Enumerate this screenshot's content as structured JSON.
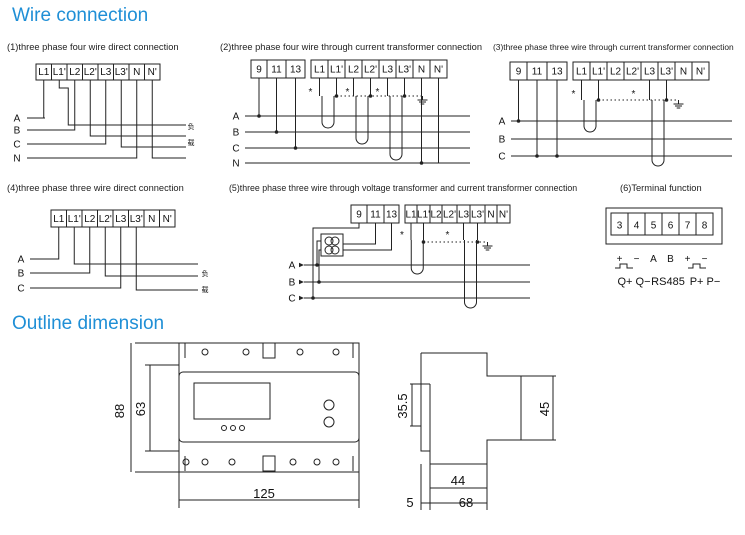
{
  "headings": {
    "wire": "Wire connection",
    "outline": "Outline dimension"
  },
  "captions": {
    "c1": "(1)three phase four wire direct connection",
    "c2": "(2)three phase four wire through current transformer connection",
    "c3": "(3)three phase three wire through current transformer connection",
    "c4": "(4)three phase three wire direct connection",
    "c5": "(5)three phase three wire through voltage transformer and current transformer connection",
    "c6": "(6)Terminal function"
  },
  "lines4": [
    "A",
    "B",
    "C",
    "N"
  ],
  "lines3": [
    "A",
    "B",
    "C"
  ],
  "load": {
    "fu": "负",
    "zai": "载"
  },
  "d1_terminals": [
    "L1",
    "L1'",
    "L2",
    "L2'",
    "L3",
    "L3'",
    "N",
    "N'"
  ],
  "d2_terminals": [
    "9",
    "11",
    "13",
    "L1",
    "L1'",
    "L2",
    "L2'",
    "L3",
    "L3'",
    "N",
    "N'"
  ],
  "d3_terminals": [
    "9",
    "11",
    "13",
    "L1",
    "L1'",
    "L2",
    "L2'",
    "L3",
    "L3'",
    "N",
    "N'"
  ],
  "d4_terminals": [
    "L1",
    "L1'",
    "L2",
    "L2'",
    "L3",
    "L3'",
    "N",
    "N'"
  ],
  "d5_terminals": [
    "9",
    "11",
    "13",
    "L1",
    "L1'",
    "L2",
    "L2'",
    "L3",
    "L3'",
    "N",
    "N'"
  ],
  "d6_terminals": [
    "3",
    "4",
    "5",
    "6",
    "7",
    "8"
  ],
  "d6_signs": [
    "+",
    "−",
    "A",
    "B",
    "+",
    "−"
  ],
  "d6_labels": {
    "q": "Q+ Q−",
    "rs": "RS485",
    "p": "P+ P−"
  },
  "star": "*",
  "dims": {
    "width_front": "125",
    "height_total": "88",
    "height_inner": "63",
    "rail": "35.5",
    "step": "45",
    "depth_front": "44",
    "depth_total": "68",
    "offset": "5"
  }
}
